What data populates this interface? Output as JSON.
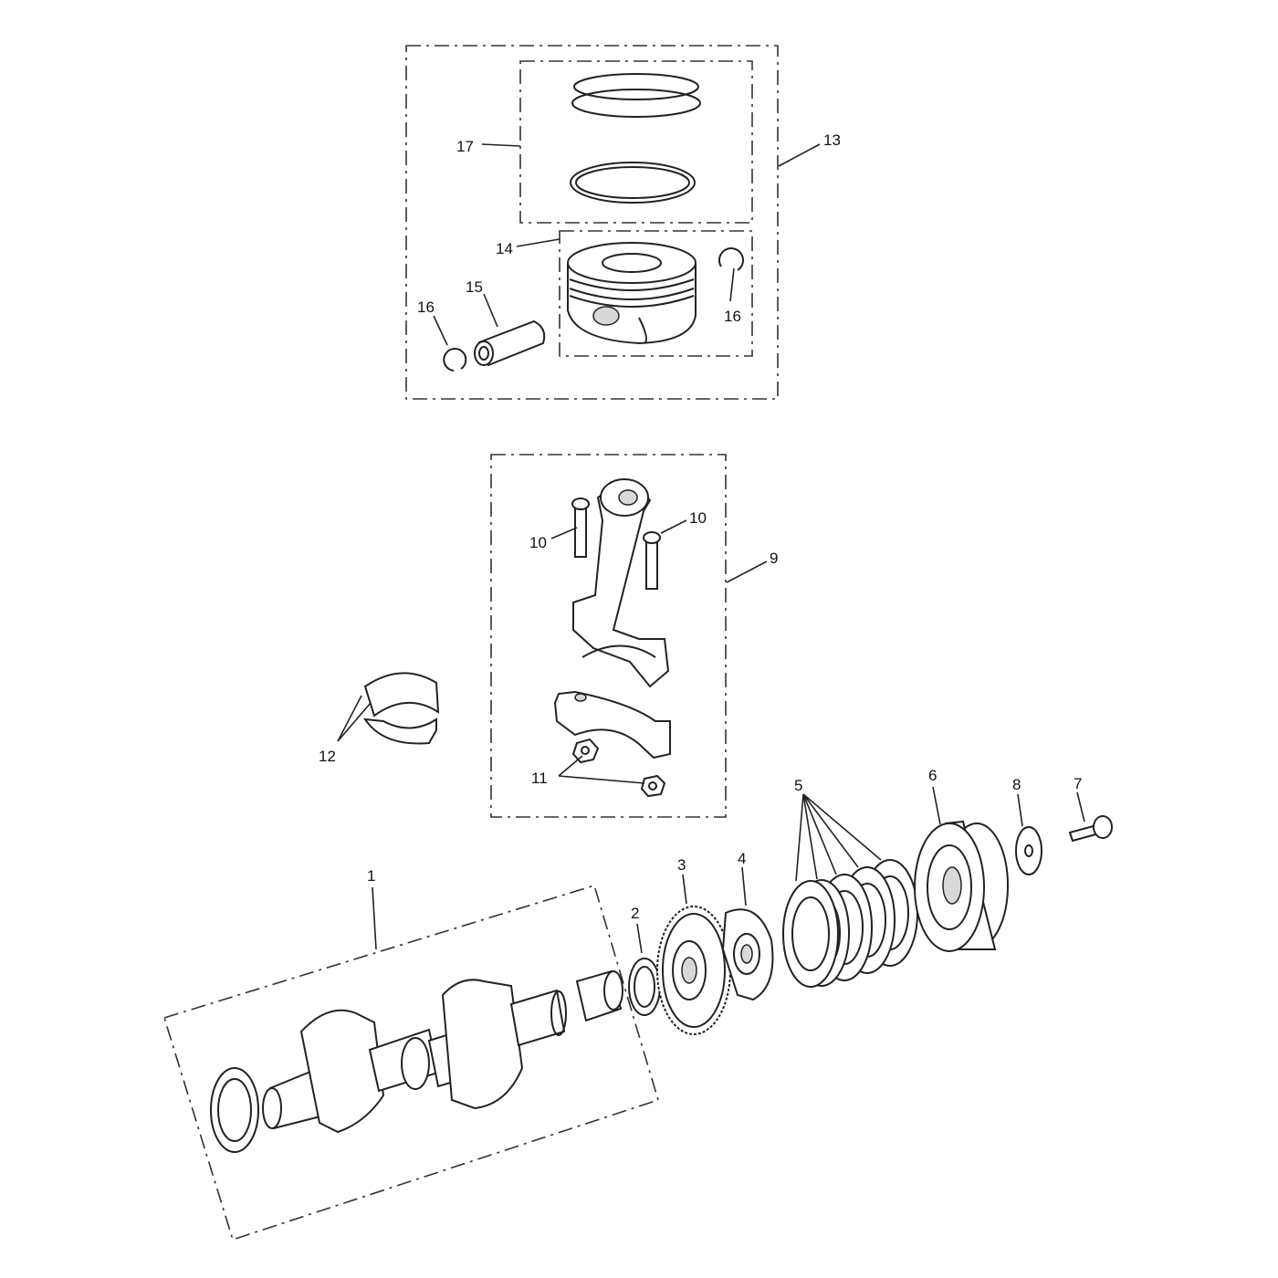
{
  "labels": {
    "l1": "1",
    "l2": "2",
    "l3": "3",
    "l4": "4",
    "l5": "5",
    "l6": "6",
    "l7": "7",
    "l8": "8",
    "l9": "9",
    "l10a": "10",
    "l10b": "10",
    "l11": "11",
    "l12": "12",
    "l13": "13",
    "l14": "14",
    "l15": "15",
    "l16a": "16",
    "l16b": "16",
    "l17": "17"
  }
}
